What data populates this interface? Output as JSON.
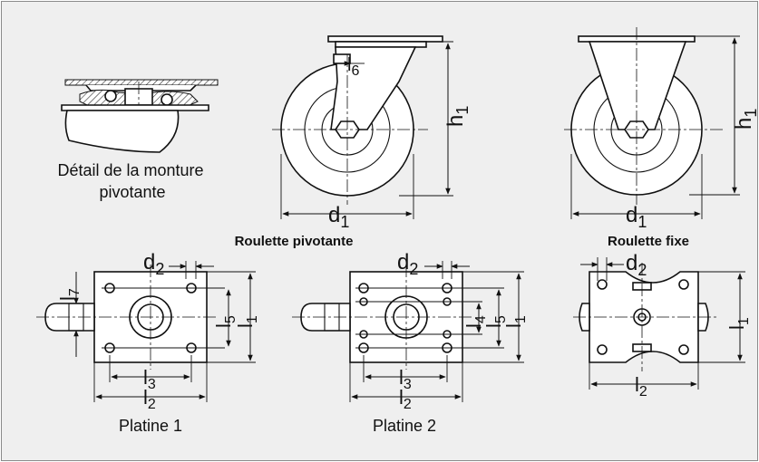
{
  "detail_caption": {
    "line1": "Détail de la monture",
    "line2": "pivotante"
  },
  "titles": {
    "swivel": "Roulette pivotante",
    "fixed": "Roulette fixe"
  },
  "plates": {
    "plate1": "Platine 1",
    "plate2": "Platine 2"
  },
  "dims": {
    "d1": "d",
    "d1_sub": "1",
    "h1": "h",
    "h1_sub": "1",
    "d2": "d",
    "d2_sub": "2",
    "l1": "l",
    "l1_sub": "1",
    "l2": "l",
    "l2_sub": "2",
    "l3": "l",
    "l3_sub": "3",
    "l4": "l",
    "l4_sub": "4",
    "l5": "l",
    "l5_sub": "5",
    "l6": "l",
    "l6_sub": "6",
    "l7": "l",
    "l7_sub": "7"
  }
}
